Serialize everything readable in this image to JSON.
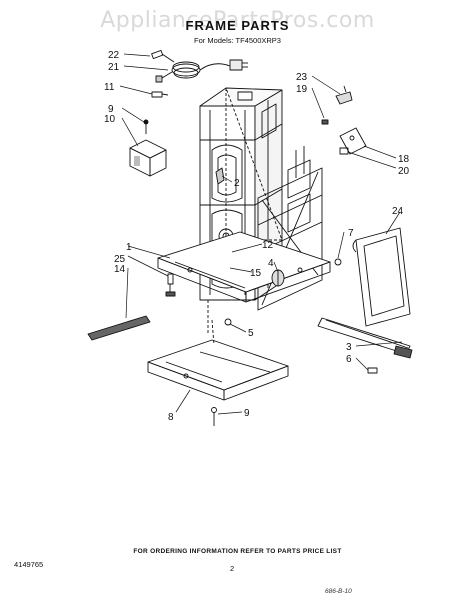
{
  "watermark": "AppliancePartsPros.com",
  "header": {
    "title": "FRAME PARTS",
    "models": "For Models: TF4500XRP3"
  },
  "callouts": {
    "c22": "22",
    "c21": "21",
    "c11": "11",
    "c9a": "9",
    "c10": "10",
    "c23": "23",
    "c19": "19",
    "c18": "18",
    "c20": "20",
    "c24": "24",
    "c2": "2",
    "c12": "12",
    "c15": "15",
    "c4": "4",
    "c7": "7",
    "c1": "1",
    "c25": "25",
    "c14": "14",
    "c5": "5",
    "c3": "3",
    "c6": "6",
    "c8": "8",
    "c9b": "9"
  },
  "footer": {
    "ordering": "FOR ORDERING INFORMATION REFER TO PARTS PRICE LIST",
    "doc_number": "4149765",
    "page": "2",
    "stamp": "686-B-10"
  }
}
